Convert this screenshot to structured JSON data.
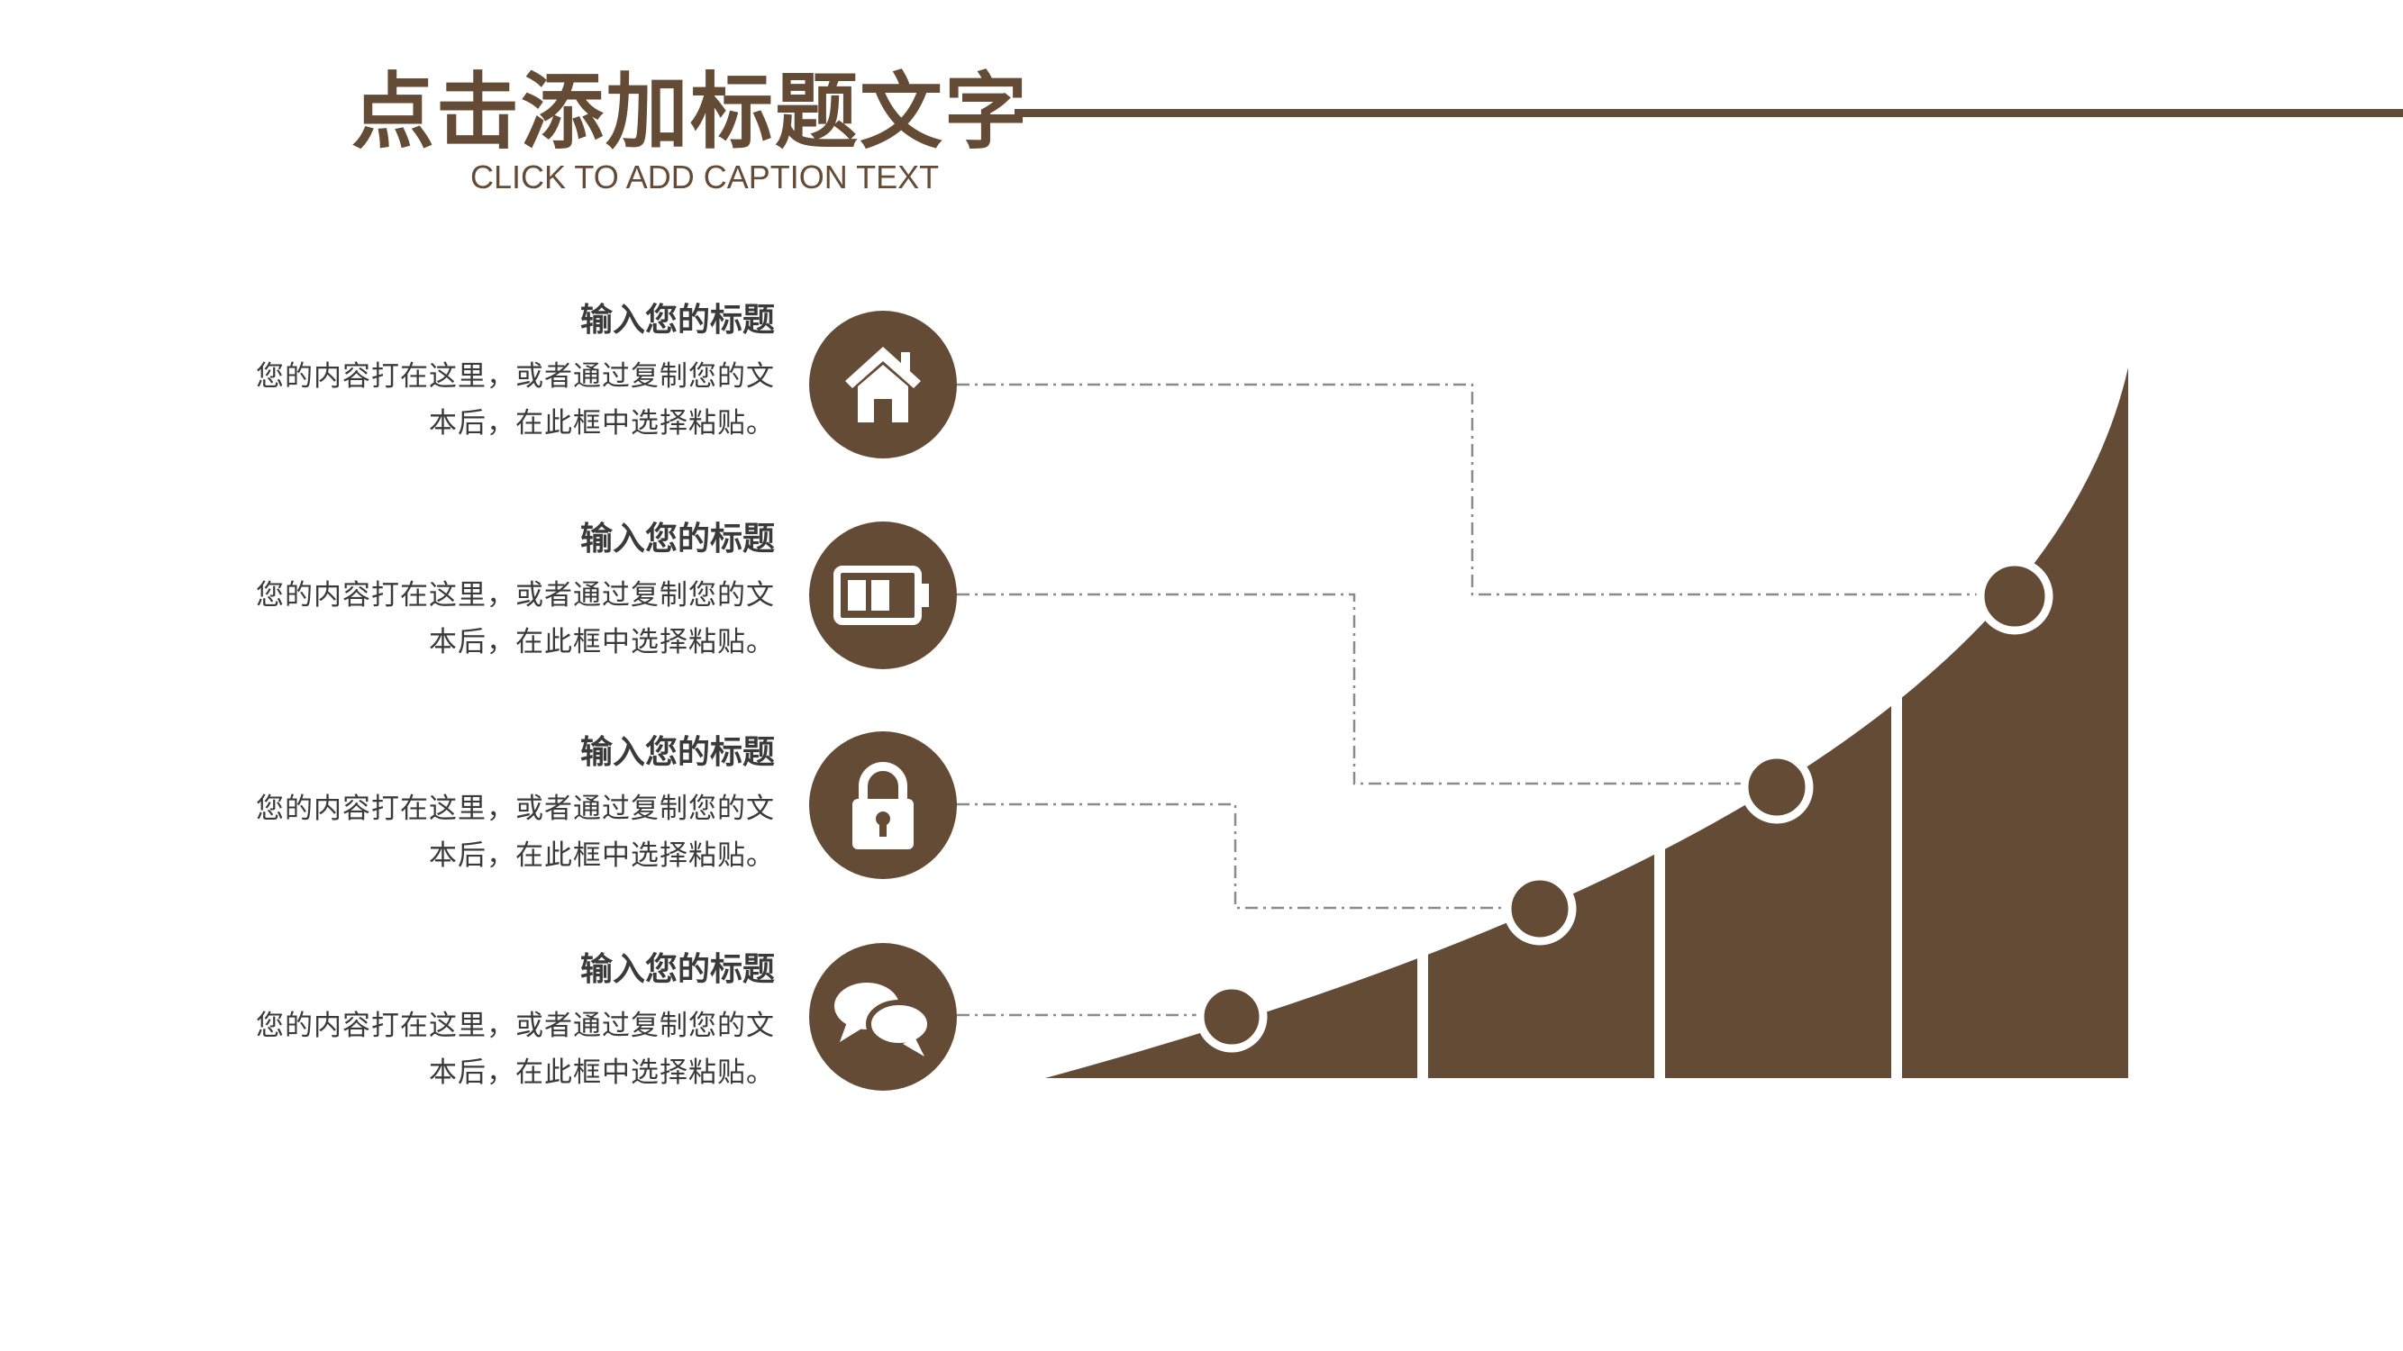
{
  "header": {
    "title": "点击添加标题文字",
    "subtitle": "CLICK TO ADD CAPTION TEXT"
  },
  "items": [
    {
      "icon": "home-icon",
      "heading": "输入您的标题",
      "body_line1": "您的内容打在这里，或者通过复制您的文",
      "body_line2": "本后，在此框中选择粘贴。"
    },
    {
      "icon": "battery-icon",
      "heading": "输入您的标题",
      "body_line1": "您的内容打在这里，或者通过复制您的文",
      "body_line2": "本后，在此框中选择粘贴。"
    },
    {
      "icon": "lock-icon",
      "heading": "输入您的标题",
      "body_line1": "您的内容打在这里，或者通过复制您的文",
      "body_line2": "本后，在此框中选择粘贴。"
    },
    {
      "icon": "chat-bubbles-icon",
      "heading": "输入您的标题",
      "body_line1": "您的内容打在这里，或者通过复制您的文",
      "body_line2": "本后，在此框中选择粘贴。"
    }
  ],
  "colors": {
    "accent": "#634b35",
    "text": "#3a3a3a",
    "connector": "#8a8a8a"
  }
}
